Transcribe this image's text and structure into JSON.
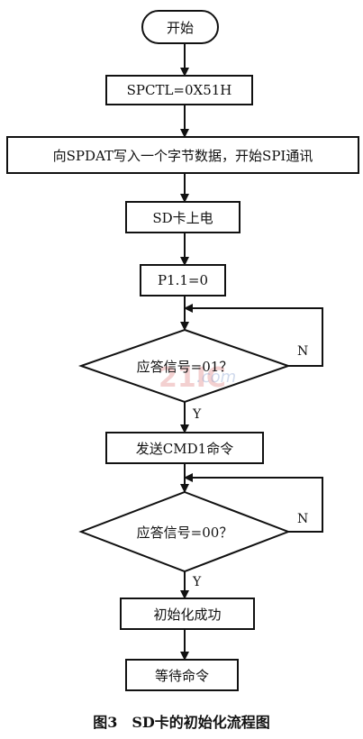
{
  "nodes": {
    "start": "开始",
    "spctl": "SPCTL=0X51H",
    "spdat": "向SPDAT写入一个字节数据，开始SPI通讯",
    "power": "SD卡上电",
    "p11": "P1.1=0",
    "check1": "应答信号=01？",
    "cmd1": "发送CMD1命令",
    "check2": "应答信号=00？",
    "success": "初始化成功",
    "wait": "等待命令"
  },
  "edges": {
    "no1": "N",
    "yes1": "Y",
    "no2": "N",
    "yes2": "Y"
  },
  "caption": "图3　SD卡的初始化流程图",
  "watermark": {
    "main": "21IC",
    "sub": ".com"
  }
}
